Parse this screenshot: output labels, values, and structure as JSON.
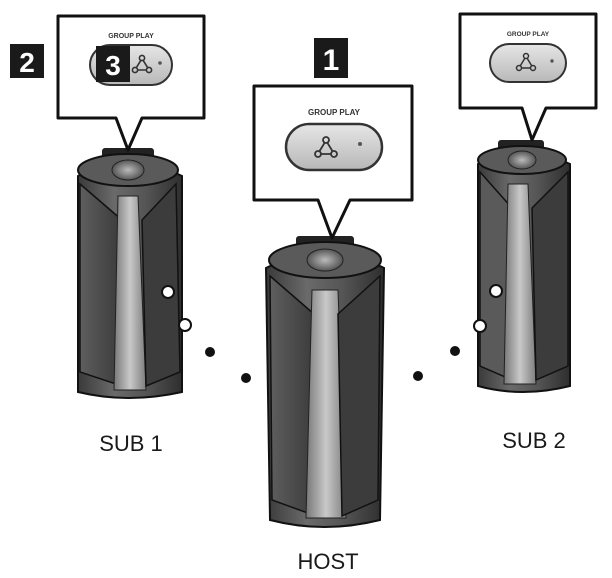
{
  "steps": {
    "step_1": "1",
    "step_2": "2",
    "step_3": "3"
  },
  "callouts": {
    "host_button_caption": "GROUP PLAY",
    "sub1_button_caption": "GROUP PLAY",
    "sub2_button_caption": "GROUP PLAY"
  },
  "speakers": {
    "sub1_label": "SUB 1",
    "host_label": "HOST",
    "sub2_label": "SUB 2"
  },
  "icons": {
    "group_play": "group-play-icon",
    "speaker_top": "speaker-knob-icon"
  },
  "colors": {
    "ink": "#1a1a1a",
    "speaker_body": "#4a4a4a",
    "speaker_panel": "#9a9a9a",
    "button_fill": "#d8d8d8"
  }
}
